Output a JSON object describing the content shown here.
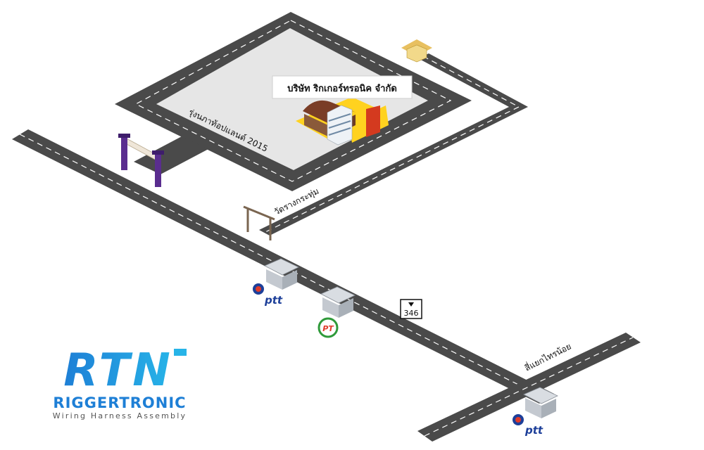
{
  "company": {
    "name": "บริษัท ริกเกอร์ทรอนิค จำกัด"
  },
  "landmarks": {
    "village": "รุ่งนภาท้อปแลนด์ 2015",
    "temple": "วัดรางกระทุ่ม",
    "intersection": "สี่แยกไทรน้อย",
    "route_number": "346"
  },
  "stations": {
    "ptt_1": "ptt",
    "pt": "PT",
    "ptt_2": "ptt"
  },
  "logo": {
    "mark": "RTN",
    "name": "RIGGERTRONIC",
    "tagline": "Wiring Harness Assembly"
  },
  "colors": {
    "road": "#4a4a4a",
    "road_edge": "#3a3a3a",
    "lane_mark": "#ffffff",
    "compound": "#e6e6e6",
    "roof_brown": "#7a3d26",
    "yellow": "#ffd21f",
    "gate_purple": "#5a2d8f",
    "logo_blue": "#1e7fd6",
    "logo_cyan": "#27b4e8",
    "ptt_blue": "#1d3f99",
    "pt_green": "#2f9a3a",
    "pt_red": "#e03a2a"
  }
}
